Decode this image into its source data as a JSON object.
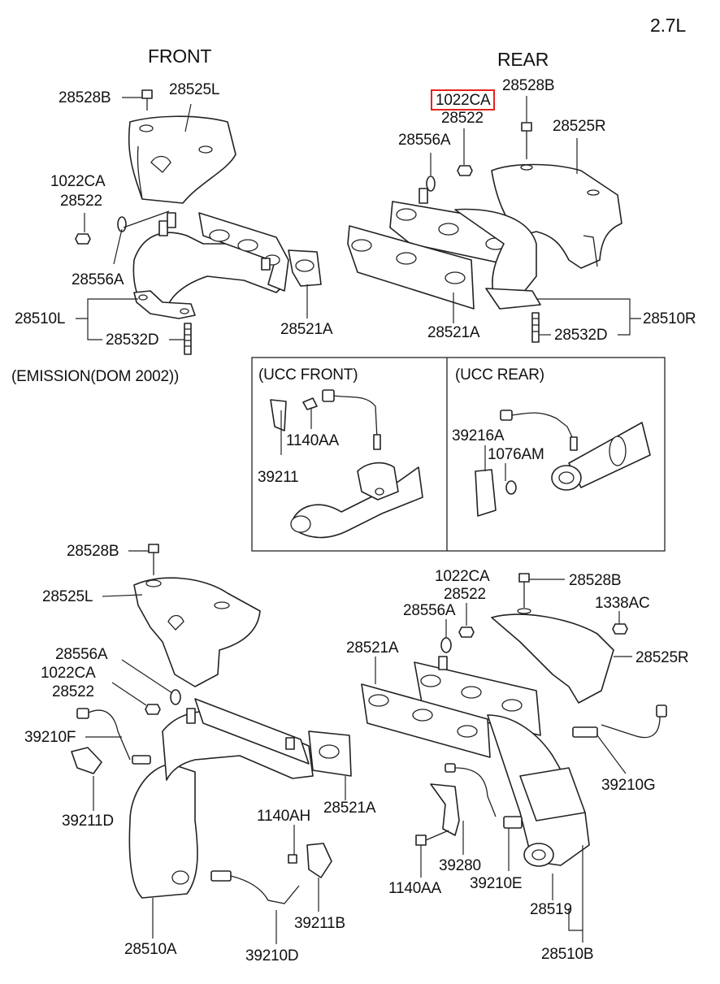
{
  "engine": "2.7L",
  "sections": {
    "front": "FRONT",
    "rear": "REAR",
    "emission_note": "(EMISSION(DOM 2002))",
    "ucc_front": "(UCC FRONT)",
    "ucc_rear": "(UCC REAR)"
  },
  "highlighted_part": "1022CA",
  "parts": {
    "p01": "28528B",
    "p02": "28525L",
    "p03": "1022CA",
    "p04": "28522",
    "p05": "28556A",
    "p06": "28510L",
    "p07": "28532D",
    "p08": "28521A",
    "p09": "28528B",
    "p10": "28522",
    "p11": "28556A",
    "p12": "28525R",
    "p13": "28521A",
    "p14": "28532D",
    "p15": "28510R",
    "p16": "1140AA",
    "p17": "39211",
    "p18": "39216A",
    "p19": "1076AM",
    "p20": "28528B",
    "p21": "28525L",
    "p22": "28556A",
    "p23": "1022CA",
    "p24": "28522",
    "p25": "39210F",
    "p26": "39211D",
    "p27": "28521A",
    "p28": "1140AH",
    "p29": "39211B",
    "p30": "39210D",
    "p31": "28510A",
    "p32": "1022CA",
    "p33": "28522",
    "p34": "28528B",
    "p35": "28556A",
    "p36": "1338AC",
    "p37": "28521A",
    "p38": "28525R",
    "p39": "39210G",
    "p40": "39280",
    "p41": "1140AA",
    "p42": "39210E",
    "p43": "28519",
    "p44": "28510B"
  },
  "colors": {
    "highlight": "#e8231d",
    "line": "#222222"
  }
}
